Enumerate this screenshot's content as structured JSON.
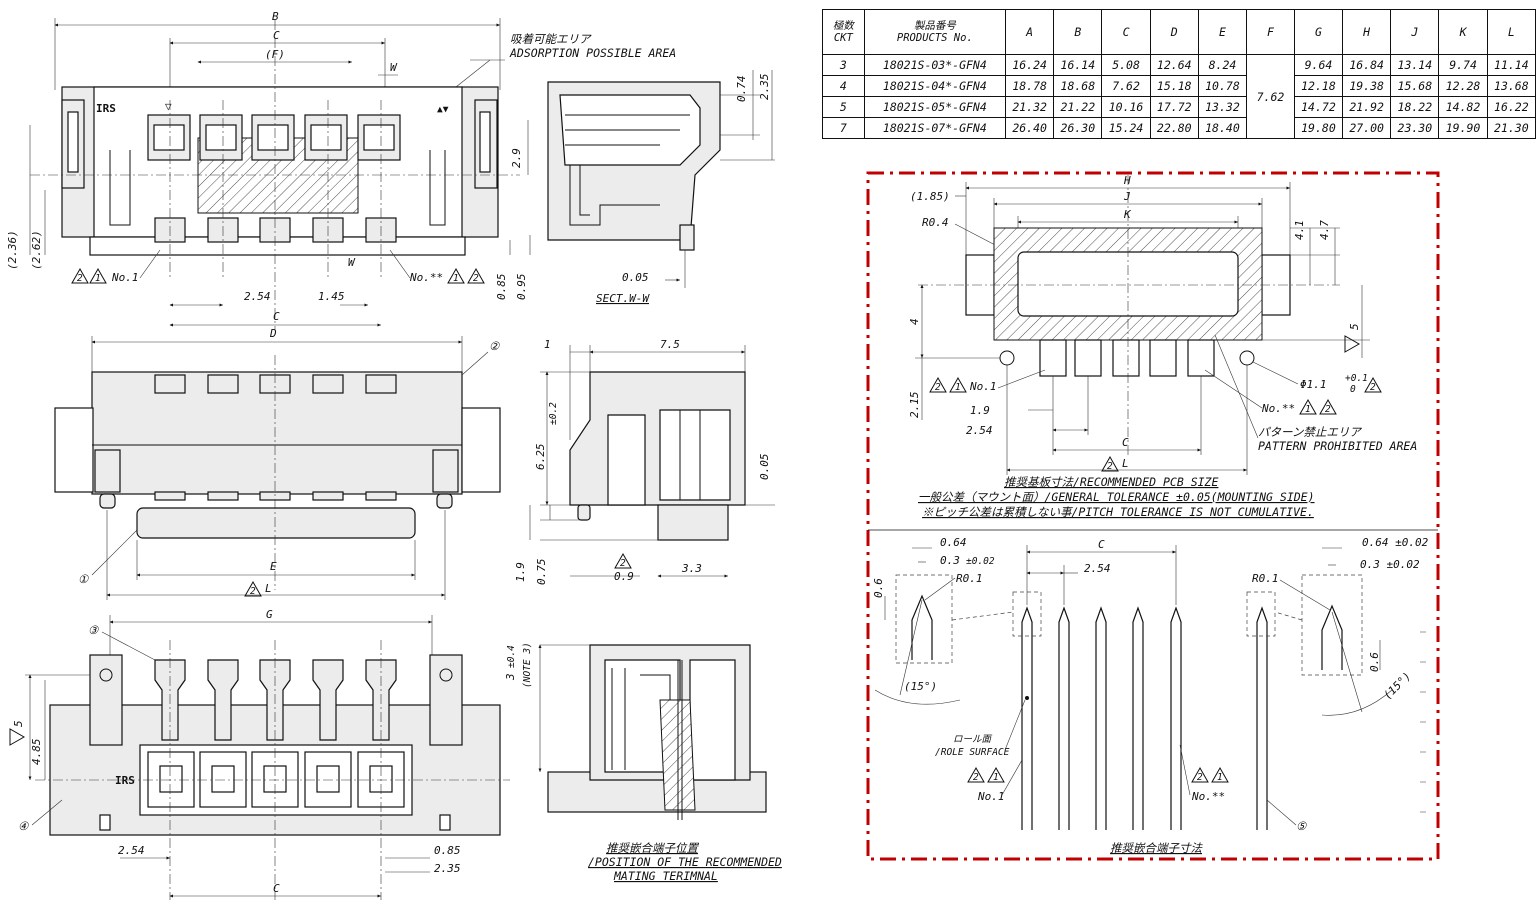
{
  "table": {
    "head_ckt": [
      "極数",
      "CKT"
    ],
    "head_pn": [
      "製品番号",
      "PRODUCTS No."
    ],
    "cols": [
      "A",
      "B",
      "C",
      "D",
      "E",
      "F",
      "G",
      "H",
      "J",
      "K",
      "L"
    ],
    "rows": [
      {
        "ckt": "3",
        "pn": "18021S-03*-GFN4",
        "v": [
          "16.24",
          "16.14",
          "5.08",
          "12.64",
          "8.24",
          "9.64",
          "16.84",
          "13.14",
          "9.74",
          "11.14"
        ]
      },
      {
        "ckt": "4",
        "pn": "18021S-04*-GFN4",
        "v": [
          "18.78",
          "18.68",
          "7.62",
          "15.18",
          "10.78",
          "12.18",
          "19.38",
          "15.68",
          "12.28",
          "13.68"
        ]
      },
      {
        "ckt": "5",
        "pn": "18021S-05*-GFN4",
        "v": [
          "21.32",
          "21.22",
          "10.16",
          "17.72",
          "13.32",
          "14.72",
          "21.92",
          "18.22",
          "14.82",
          "16.22"
        ]
      },
      {
        "ckt": "7",
        "pn": "18021S-07*-GFN4",
        "v": [
          "26.40",
          "26.30",
          "15.24",
          "22.80",
          "18.40",
          "19.80",
          "27.00",
          "23.30",
          "19.90",
          "21.30"
        ]
      }
    ],
    "f_value": "7.62"
  },
  "top_view": {
    "dim_b": "B",
    "dim_c": "C",
    "dim_f": "(F)",
    "dim_w": "W",
    "absorption_jp": "吸着可能エリア",
    "absorption_en": "ADSORPTION POSSIBLE AREA",
    "d_236": "(2.36)",
    "d_262": "(2.62)",
    "d_29": "2.9",
    "d_254": "2.54",
    "d_145": "1.45",
    "d_085": "0.85",
    "d_095": "0.95",
    "dim_w2": "W",
    "no1": "No.1",
    "nox": "No.**",
    "c_bottom": "C",
    "brand": "IRS",
    "mark": "▲▼",
    "tri_mark": "▽"
  },
  "sect_ww": {
    "d_074": "0.74",
    "d_235": "2.35",
    "d_005": "0.05",
    "label": "SECT.W-W"
  },
  "front_view": {
    "dim_d": "D",
    "dim_e": "E",
    "dim_l": "L",
    "callout1": "①",
    "callout2": "②"
  },
  "side_view": {
    "d_1": "1",
    "d_75": "7.5",
    "d_625": "6.25",
    "d_625_tol": "±0.2",
    "d_005": "0.05",
    "d_19": "1.9",
    "d_075": "0.75",
    "d_09": "0.9",
    "d_33": "3.3"
  },
  "bottom_view": {
    "dim_g": "G",
    "d_5": "5",
    "d_485": "4.85",
    "d_254": "2.54",
    "d_085": "0.85",
    "d_235": "2.35",
    "c_bottom": "C",
    "callout3": "③",
    "callout4": "④",
    "brand": "IRS"
  },
  "mating_section": {
    "d_3": "3",
    "d_3_tol": "±0.4",
    "note": "(NOTE 3)",
    "label_jp": "推奨嵌合端子位置",
    "label_en1": "/POSITION OF THE RECOMMENDED",
    "label_en2": "MATING TERIMNAL"
  },
  "pcb": {
    "h": "H",
    "j": "J",
    "k": "K",
    "d_185": "(1.85)",
    "r04": "R0.4",
    "d_41": "4.1",
    "d_47": "4.7",
    "d_4": "4",
    "d_5": "5",
    "d_215": "2.15",
    "d_19": "1.9",
    "d_254": "2.54",
    "c": "C",
    "l": "L",
    "no1": "No.1",
    "nox": "No.**",
    "hole": "Φ1.1",
    "hole_tol_plus": "+0.1",
    "hole_tol_minus": "0",
    "pattern_jp": "パターン禁止エリア",
    "pattern_en": "PATTERN PROHIBITED AREA",
    "title": "推奨基板寸法/RECOMMENDED PCB SIZE",
    "tol1": "一般公差（マウント面）/GENERAL TOLERANCE ±0.05(MOUNTING SIDE)",
    "tol2": "※ピッチ公差は累積しない事/PITCH TOLERANCE IS NOT CUMULATIVE."
  },
  "terminal": {
    "d_064": "0.64",
    "d_03": "0.3",
    "tol_002": "±0.02",
    "d_064_tol": "0.64 ±0.02",
    "d_03_tol": "0.3 ±0.02",
    "c": "C",
    "d_254": "2.54",
    "r01": "R0.1",
    "d_06": "0.6",
    "angle": "(15°)",
    "role_jp": "ロール面",
    "role_en": "/ROLE SURFACE",
    "no1": "No.1",
    "nox": "No.**",
    "callout5": "⑤",
    "title": "推奨嵌合端子寸法"
  },
  "callout_marks": {
    "m1": "1",
    "m2": "2"
  }
}
